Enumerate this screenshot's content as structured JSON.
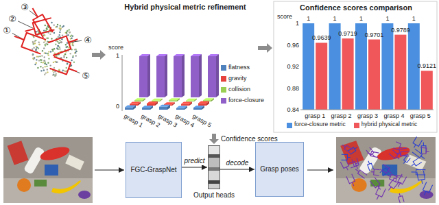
{
  "diagram": {
    "nodes": [
      {
        "text": [
          "FGC-GraspNet"
        ]
      },
      {
        "text": [
          "Output heads"
        ]
      },
      {
        "text": [
          "Grasp poses"
        ]
      }
    ],
    "edges": [
      {
        "from": 0,
        "to": 1,
        "label": "predict",
        "arrow": "to"
      },
      {
        "from": 1,
        "to": 2,
        "label": "decode",
        "arrow": "to"
      }
    ],
    "labels": [
      "①",
      "②",
      "③",
      "④",
      "⑤",
      "Hybrid physical metric refinement",
      "score",
      "1",
      "0",
      "grasp 1",
      "grasp 2",
      "grasp 3",
      "grasp 4",
      "grasp 5",
      "Confidence scores comparison",
      "score",
      "1",
      "0.96",
      "0.92",
      "0.88",
      "0.84",
      "1",
      "0.9639",
      "1",
      "0.9719",
      "1",
      "0.9701",
      "1",
      "0.9789",
      "1",
      "0.9121",
      "grasp 1",
      "grasp 2",
      "grasp 3",
      "grasp 4",
      "grasp 5",
      "Confidence scores"
    ],
    "legend": [
      {
        "text": "flatness",
        "color": "#4f81bd"
      },
      {
        "text": "gravity",
        "color": "#e5433b"
      },
      {
        "text": "collision",
        "color": "#9bcf53"
      },
      {
        "text": "force-closure",
        "color": "#9060c8"
      },
      {
        "text": "force-closure metric",
        "color": "#4a8fe0"
      },
      {
        "text": "hybrid physical metric",
        "color": "#f0575a"
      }
    ]
  }
}
